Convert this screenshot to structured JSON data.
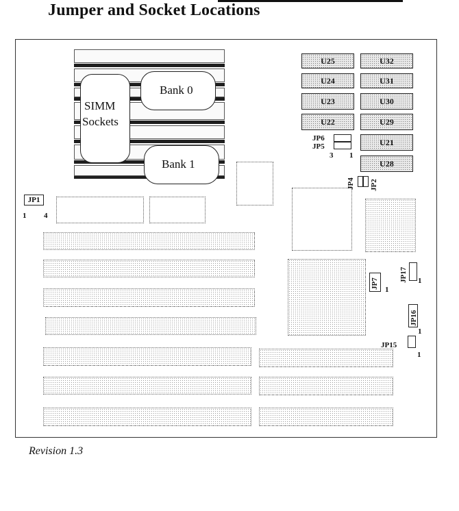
{
  "title": "Jumper and Socket Locations",
  "footer": {
    "revision": "Revision 1.3"
  },
  "simm": {
    "label_line1": "SIMM",
    "label_line2": "Sockets",
    "bank0": "Bank 0",
    "bank1": "Bank 1"
  },
  "chips": {
    "u25": "U25",
    "u32": "U32",
    "u24": "U24",
    "u31": "U31",
    "u23": "U23",
    "u30": "U30",
    "u22": "U22",
    "u29": "U29",
    "u21": "U21",
    "u28": "U28"
  },
  "jumpers": {
    "jp1": "JP1",
    "jp1_pin_left": "1",
    "jp1_pin_right": "4",
    "jp6": "JP6",
    "jp5": "JP5",
    "jp65_pin_left": "3",
    "jp65_pin_right": "1",
    "jp4": "JP4",
    "jp2": "JP2",
    "jp7": "JP7",
    "jp7_pin": "1",
    "jp17": "JP17",
    "jp17_pin": "1",
    "jp16": "JP16",
    "jp16_pin": "1",
    "jp15": "JP15",
    "jp15_pin": "1"
  }
}
